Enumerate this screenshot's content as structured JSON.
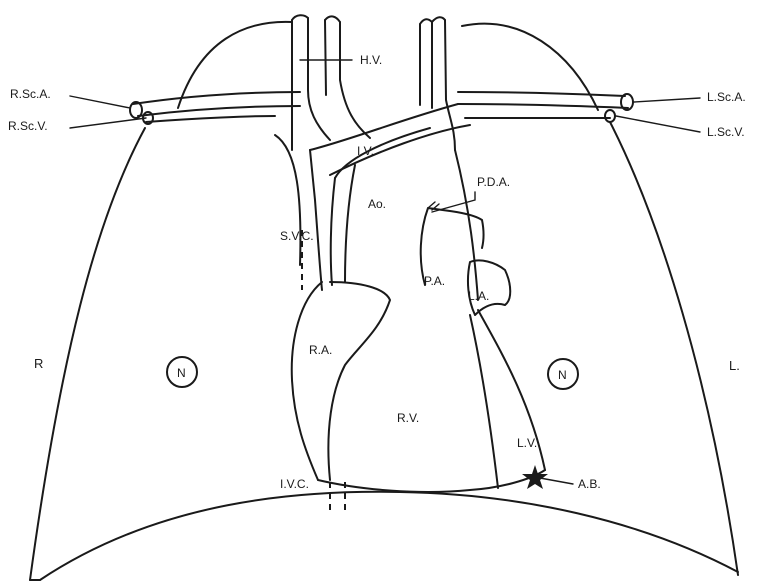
{
  "labels": {
    "hv": "H.V.",
    "rsca": "R.Sc.A.",
    "rscv": "R.Sc.V.",
    "lsca": "L.Sc.A.",
    "lscv": "L.Sc.V.",
    "iv": "I.V.",
    "pda": "P.D.A.",
    "ao": "Ao.",
    "svc": "S.V.C.",
    "pa": "P.A.",
    "la": "L.A.",
    "ra": "R.A.",
    "rv": "R.V.",
    "lv": "L.V.",
    "ivc": "I.V.C.",
    "ab": "A.B.",
    "r": "R",
    "l": "L.",
    "n_right": "N",
    "n_left": "N"
  }
}
